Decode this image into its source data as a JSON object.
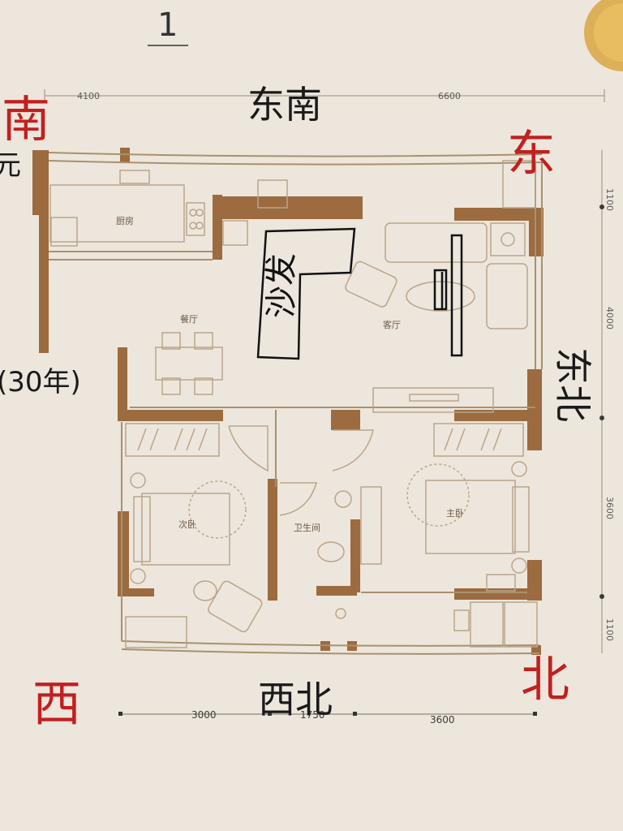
{
  "page_number": "1",
  "directions": {
    "top": "东南",
    "bottom": "西北",
    "right": "东北",
    "corner_top_left": "南",
    "corner_top_right": "东",
    "corner_bottom_right": "北",
    "corner_bottom_left": "西"
  },
  "handwritten": {
    "sofa": "沙发",
    "age_note": "(30年)",
    "left_fragment": "元"
  },
  "rooms": {
    "kitchen": "厨房",
    "dining": "餐厅",
    "living": "客厅",
    "second_bedroom": "次卧",
    "bathroom": "卫生间",
    "master_bedroom": "主卧"
  },
  "dimensions": {
    "top_left": "4100",
    "top_right": "6600",
    "bottom": [
      "3000",
      "1750",
      "3600"
    ],
    "right": [
      "1100",
      "4000",
      "3600",
      "1100"
    ]
  }
}
